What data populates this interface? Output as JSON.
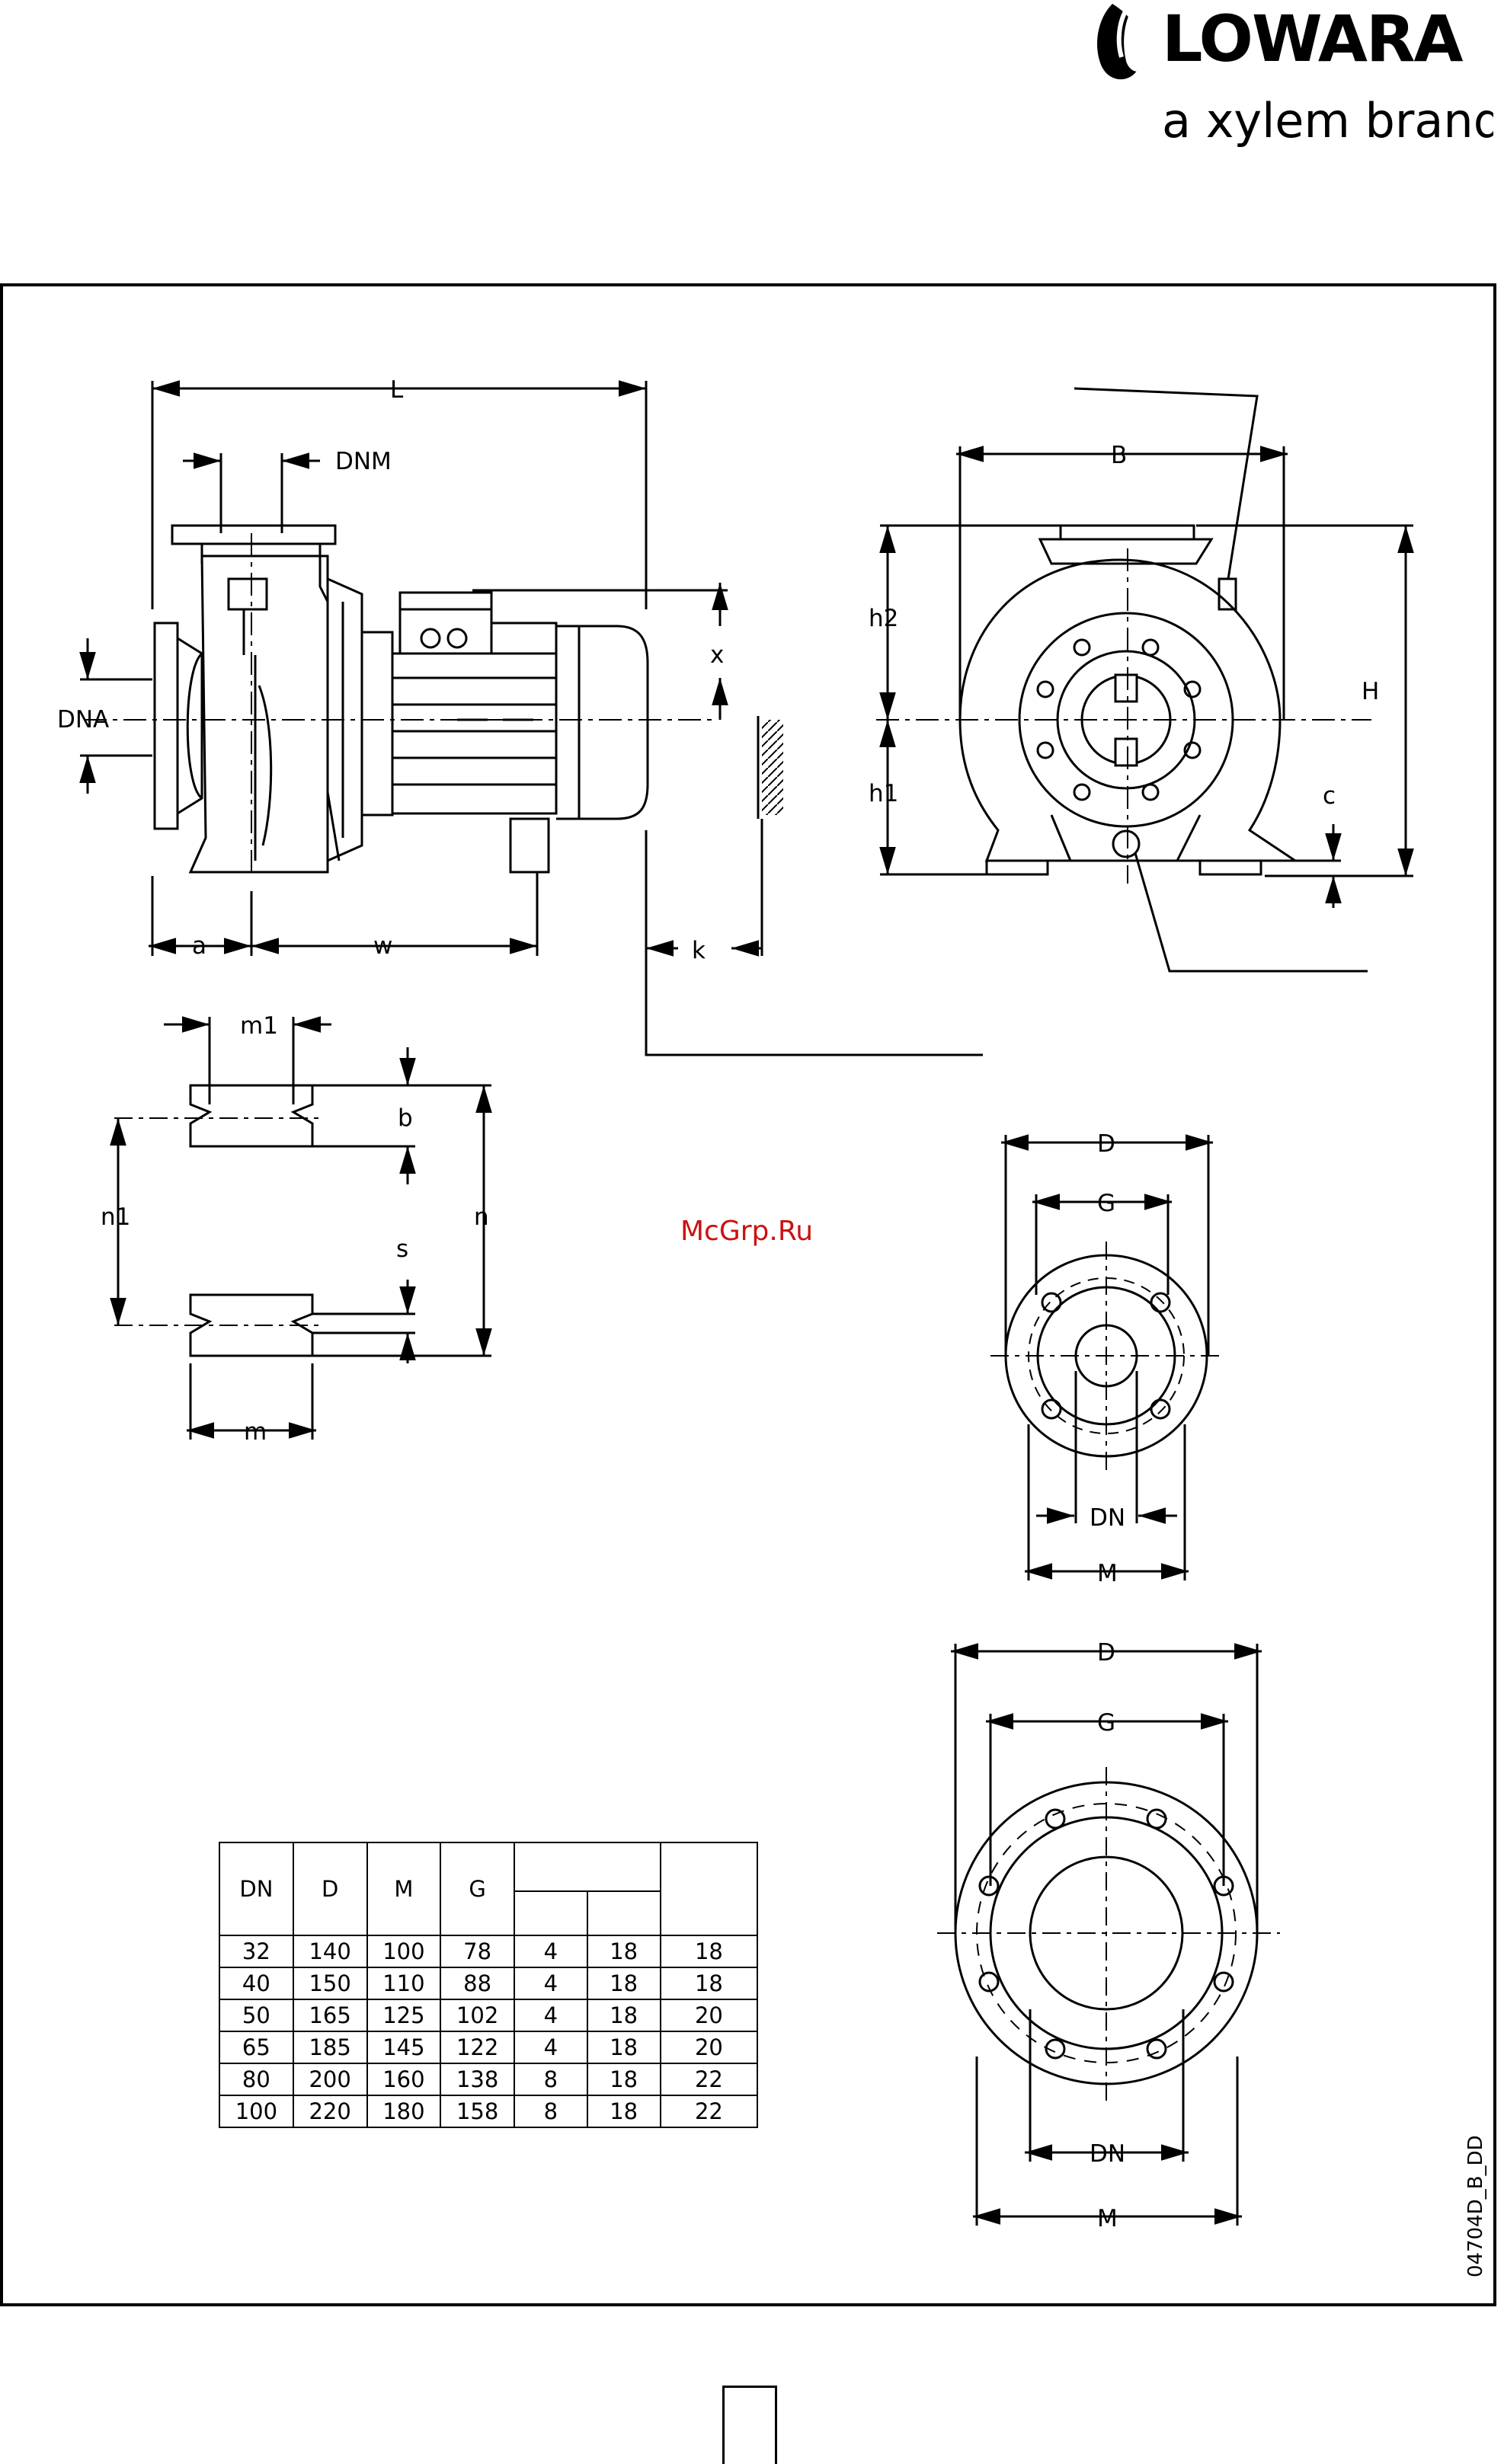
{
  "brand": {
    "name": "LOWARA",
    "tagline": "a xylem brand"
  },
  "watermark": "McGrp.Ru",
  "drawing_code": "04704D_B_DD",
  "labels": {
    "L": "L",
    "DNM": "DNM",
    "DNA": "DNA",
    "x": "x",
    "a": "a",
    "w": "w",
    "k": "k",
    "B": "B",
    "h2": "h2",
    "h1": "h1",
    "H": "H",
    "c": "c",
    "m1": "m1",
    "b": "b",
    "n1": "n1",
    "n": "n",
    "s": "s",
    "m": "m",
    "D": "D",
    "G": "G",
    "DN": "DN",
    "M": "M"
  },
  "table": {
    "headers": [
      "DN",
      "D",
      "M",
      "G"
    ],
    "rows": [
      [
        "32",
        "140",
        "100",
        "78",
        "4",
        "18",
        "18"
      ],
      [
        "40",
        "150",
        "110",
        "88",
        "4",
        "18",
        "18"
      ],
      [
        "50",
        "165",
        "125",
        "102",
        "4",
        "18",
        "20"
      ],
      [
        "65",
        "185",
        "145",
        "122",
        "4",
        "18",
        "20"
      ],
      [
        "80",
        "200",
        "160",
        "138",
        "8",
        "18",
        "22"
      ],
      [
        "100",
        "220",
        "180",
        "158",
        "8",
        "18",
        "22"
      ]
    ]
  }
}
